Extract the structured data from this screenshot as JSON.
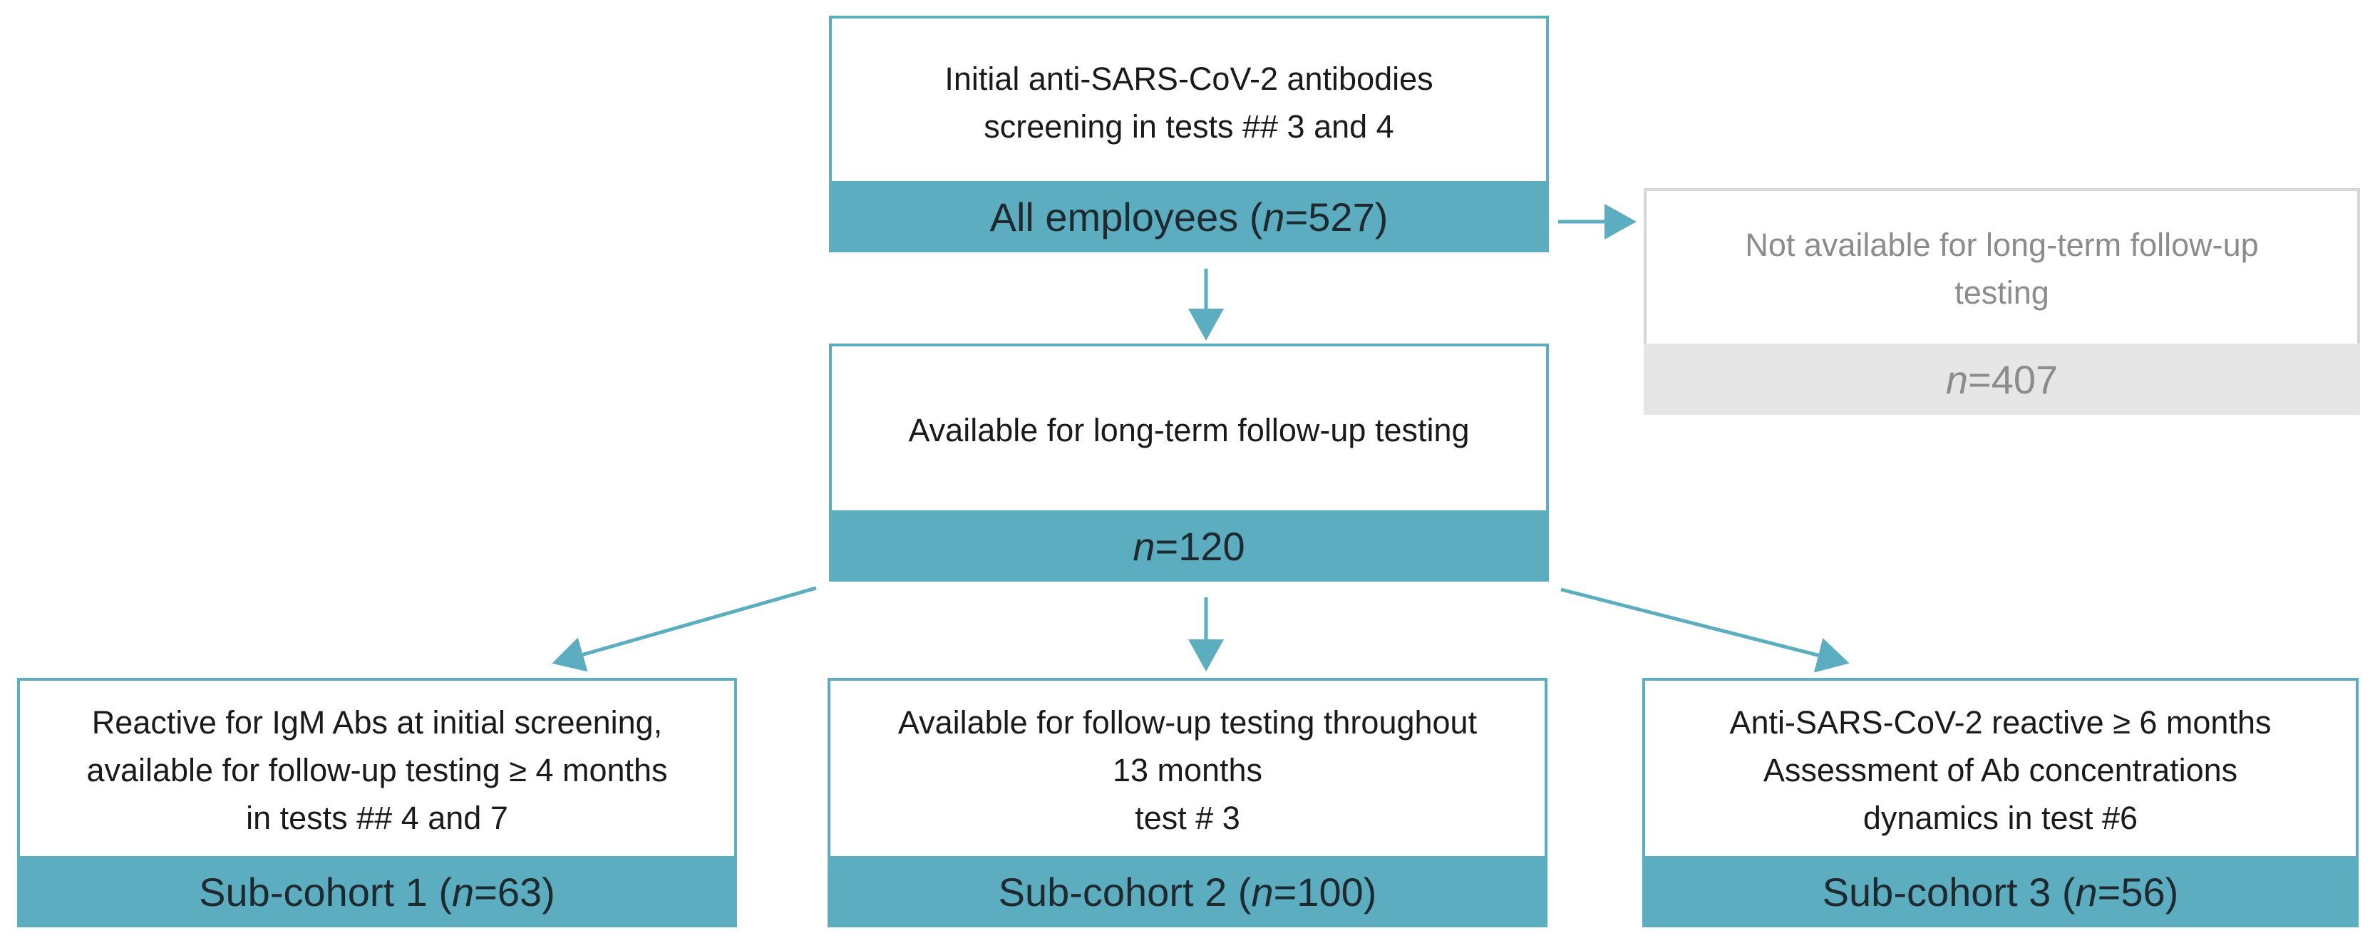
{
  "boxes": {
    "top": {
      "lines": [
        "Initial anti-SARS-CoV-2 antibodies",
        "screening in tests ## 3 and 4"
      ],
      "band_prefix": "All employees (",
      "band_n": "n",
      "band_suffix": "=527)"
    },
    "excluded": {
      "lines": [
        "Not available for long-term follow-up",
        "testing"
      ],
      "band_prefix": "",
      "band_n": "n",
      "band_suffix": "=407"
    },
    "middle": {
      "lines": [
        "Available for long-term follow-up testing"
      ],
      "band_prefix": "",
      "band_n": "n",
      "band_suffix": "=120"
    },
    "sub1": {
      "lines": [
        "Reactive for IgM Abs at initial screening,",
        "available for follow-up testing ≥ 4 months",
        "in tests ## 4 and 7"
      ],
      "band_prefix": "Sub-cohort 1 (",
      "band_n": "n",
      "band_suffix": "=63)"
    },
    "sub2": {
      "lines": [
        "Available for follow-up testing throughout",
        "13 months",
        "test # 3"
      ],
      "band_prefix": "Sub-cohort 2 (",
      "band_n": "n",
      "band_suffix": "=100)"
    },
    "sub3": {
      "lines": [
        "Anti-SARS-CoV-2 reactive ≥ 6 months",
        "Assessment of Ab concentrations",
        "dynamics in test #6"
      ],
      "band_prefix": "Sub-cohort 3 (",
      "band_n": "n",
      "band_suffix": "=56)"
    }
  },
  "colors": {
    "accent": "#5badbf",
    "grey_border": "#d6d6d6",
    "grey_band": "#e6e6e6",
    "grey_text": "#8c8c8c"
  }
}
